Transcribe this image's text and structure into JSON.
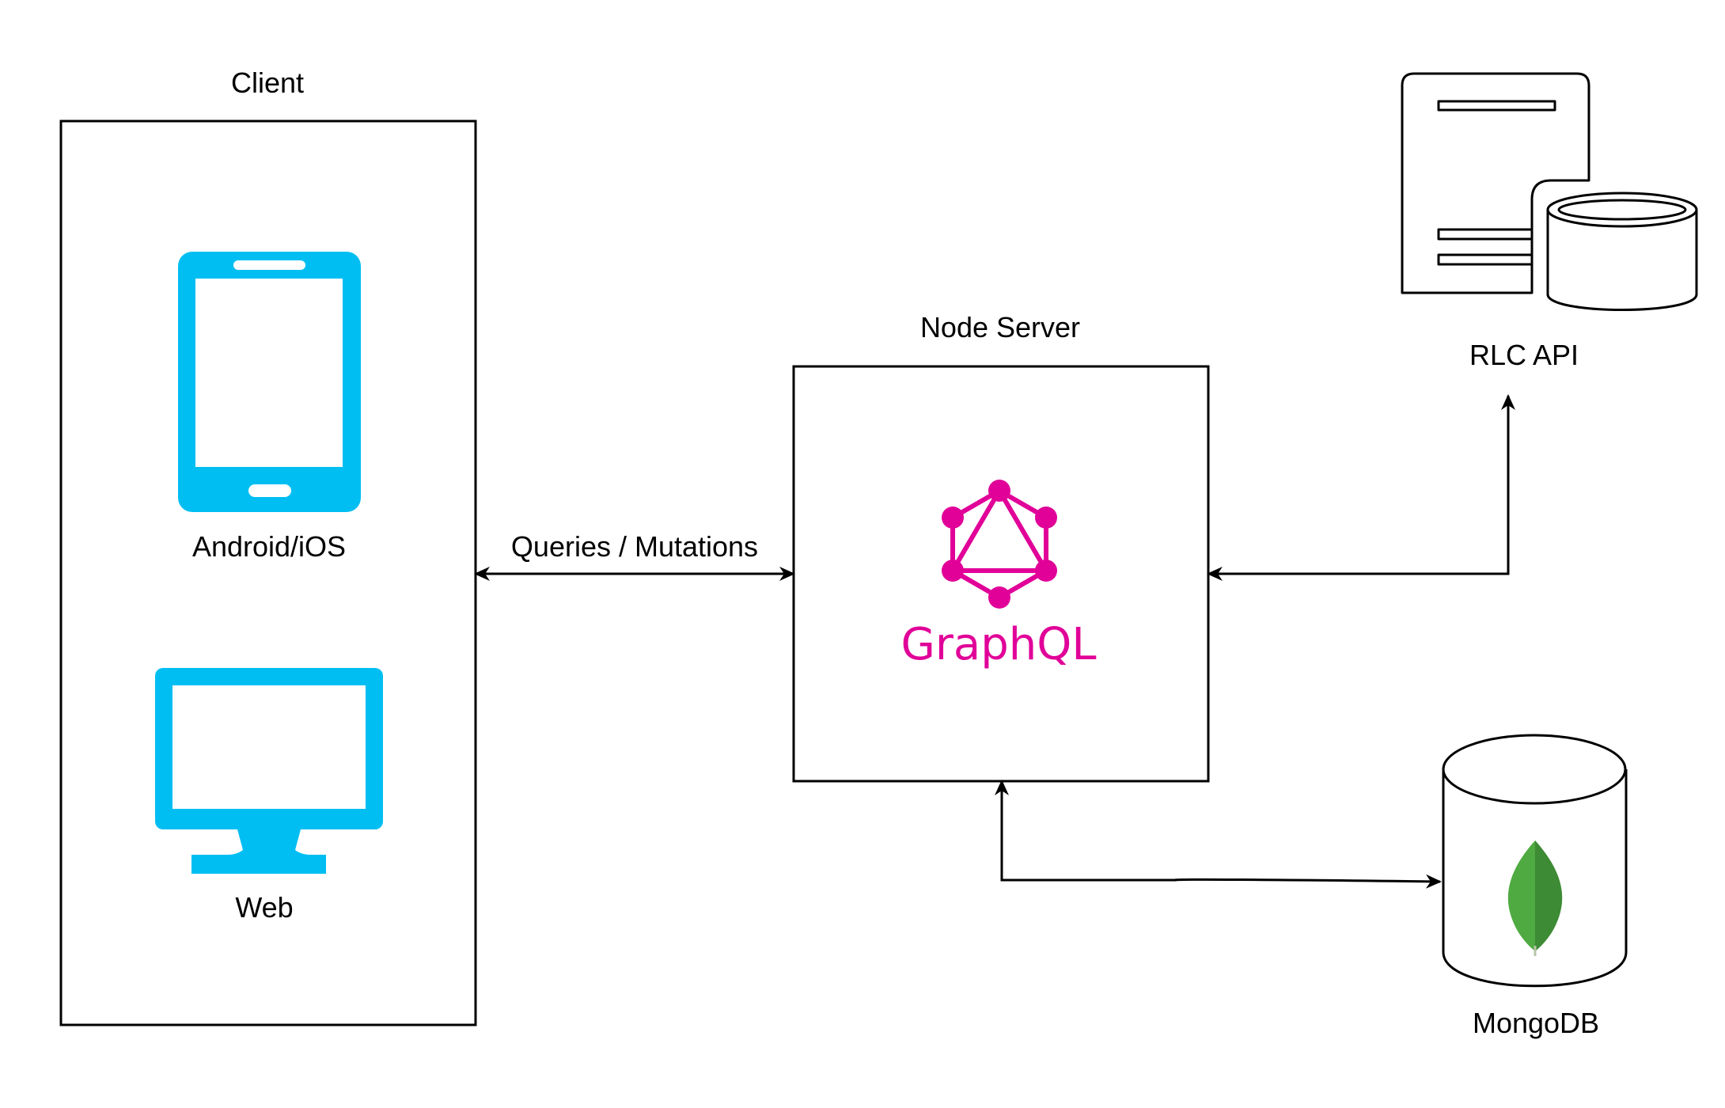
{
  "client": {
    "title": "Client",
    "mobile_label": "Android/iOS",
    "web_label": "Web"
  },
  "connection": {
    "label": "Queries / Mutations"
  },
  "server": {
    "title": "Node Server",
    "logo_text": "GraphQL"
  },
  "rlc_api": {
    "label": "RLC API"
  },
  "database": {
    "label": "MongoDB"
  },
  "icons": {
    "mobile": "smartphone-icon",
    "web": "monitor-icon",
    "graphql": "graphql-logo",
    "rlc_api": "server-database-icon",
    "mongodb": "mongodb-leaf-icon"
  },
  "colors": {
    "device_blue": "#00BEF2",
    "graphql_pink": "#E10098",
    "mongo_green": "#4FAA41",
    "mongo_dark_green": "#3D8B35",
    "line": "#000000"
  }
}
